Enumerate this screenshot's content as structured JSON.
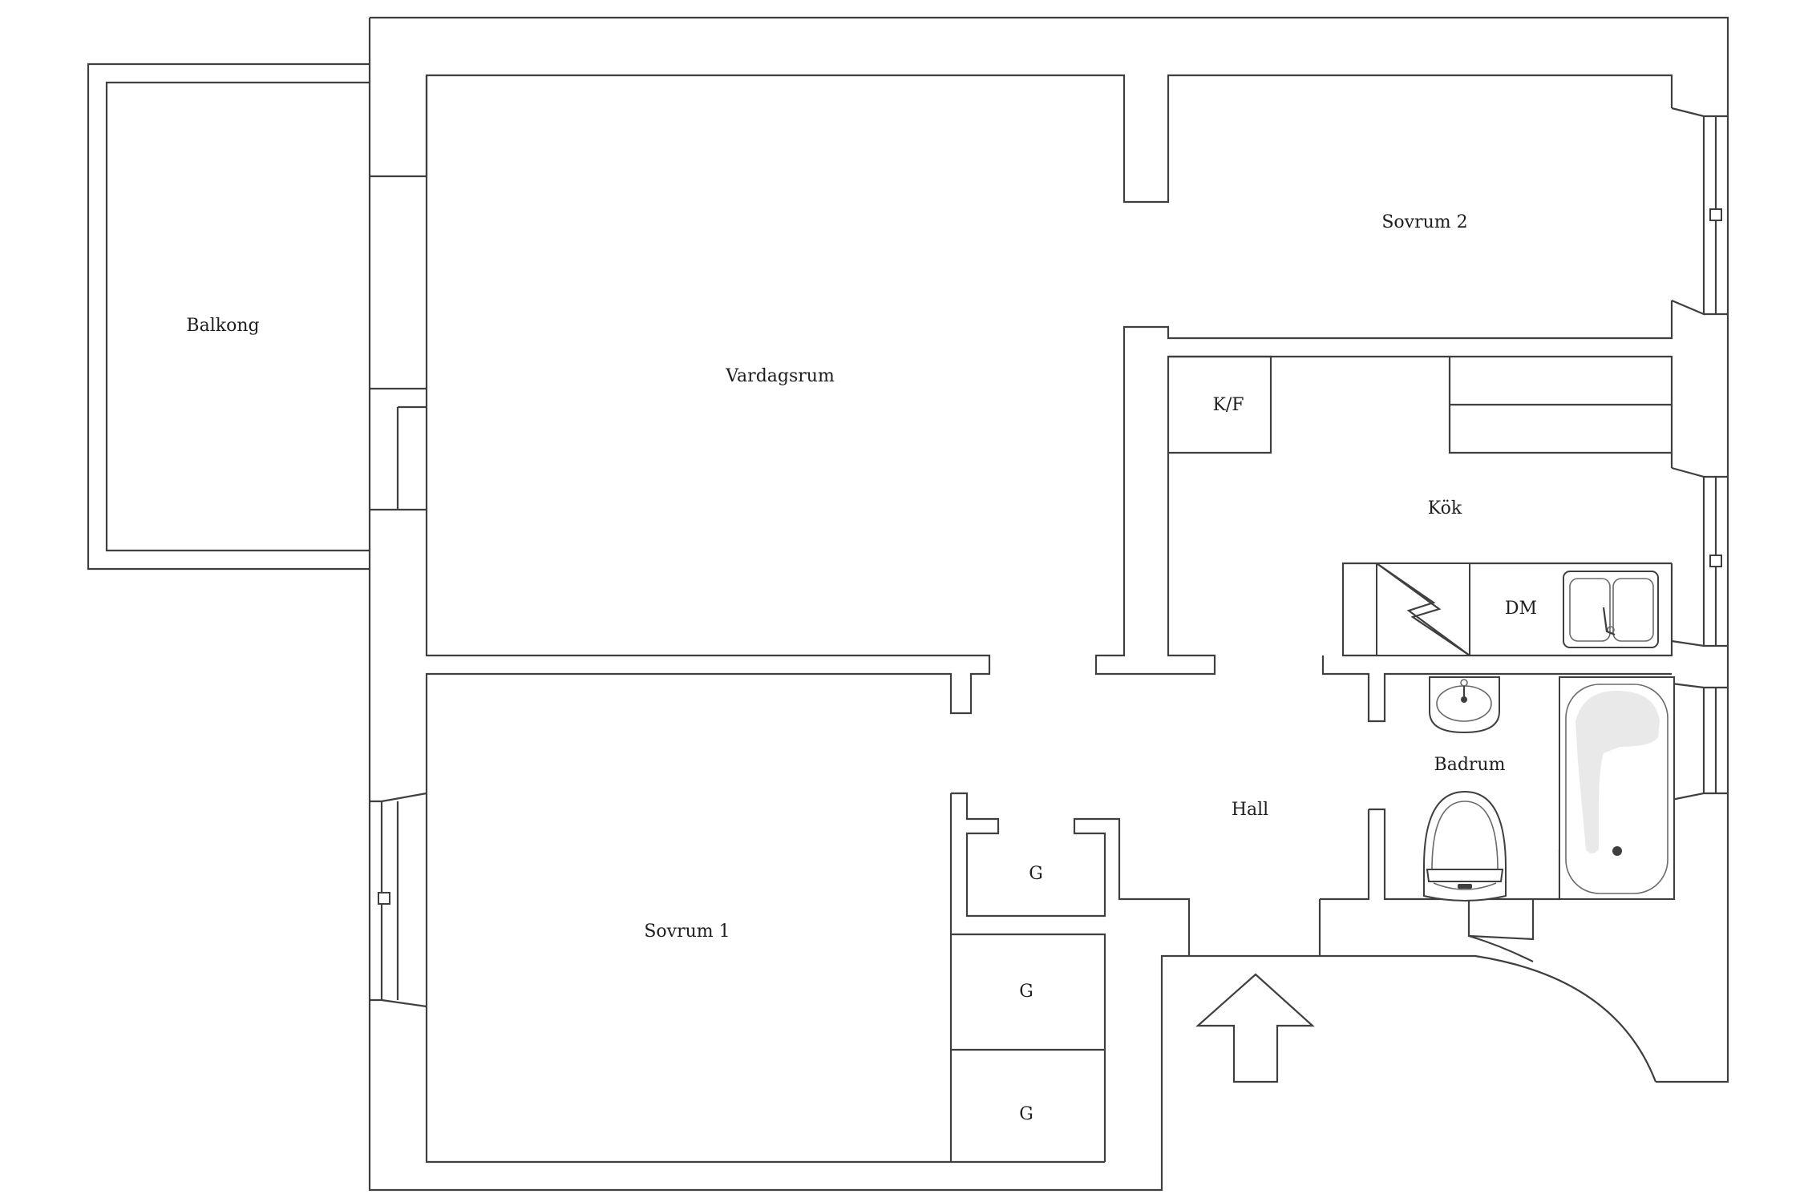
{
  "rooms": {
    "balkong": "Balkong",
    "vardagsrum": "Vardagsrum",
    "sovrum2": "Sovrum 2",
    "kok": "Kök",
    "kf": "K/F",
    "dm": "DM",
    "badrum": "Badrum",
    "hall": "Hall",
    "sovrum1": "Sovrum 1",
    "garderob_1": "G",
    "garderob_2": "G",
    "garderob_3": "G"
  },
  "icons": {
    "entrance": "entrance-arrow-icon",
    "stove": "stove-icon",
    "sink": "kitchen-sink-icon",
    "washbasin": "washbasin-icon",
    "toilet": "toilet-icon",
    "bathtub": "bathtub-icon"
  },
  "colors": {
    "line": "#3f3f3f",
    "background": "#ffffff"
  }
}
